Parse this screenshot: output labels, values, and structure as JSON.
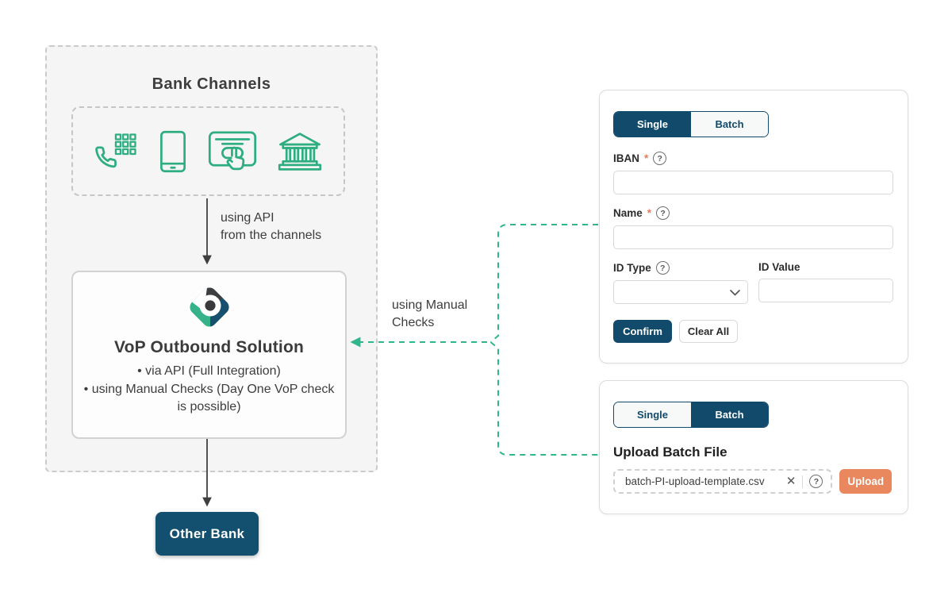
{
  "diagram": {
    "bank_channels": {
      "title": "Bank Channels",
      "icons": [
        "phone-keypad",
        "smartphone",
        "online-banking",
        "bank-building"
      ]
    },
    "api_label": {
      "line1": "using API",
      "line2": "from the channels"
    },
    "vop": {
      "title": "VoP Outbound Solution",
      "bullets": [
        "via API (Full Integration)",
        "using Manual Checks (Day One VoP check is possible)"
      ]
    },
    "manual_label": {
      "line1": "using Manual",
      "line2": "Checks"
    },
    "other_bank": "Other Bank"
  },
  "panels": {
    "single_form": {
      "tabs": [
        {
          "label": "Single",
          "active": true
        },
        {
          "label": "Batch",
          "active": false
        }
      ],
      "fields": {
        "iban_label": "IBAN",
        "name_label": "Name",
        "id_type_label": "ID Type",
        "id_value_label": "ID Value",
        "required_marker": "*",
        "iban_value": "",
        "name_value": "",
        "id_type_value": "",
        "id_value_value": ""
      },
      "buttons": {
        "confirm": "Confirm",
        "clear_all": "Clear All"
      }
    },
    "batch_form": {
      "tabs": [
        {
          "label": "Single",
          "active": false
        },
        {
          "label": "Batch",
          "active": true
        }
      ],
      "heading": "Upload Batch File",
      "file_name": "batch-PI-upload-template.csv",
      "upload_button": "Upload"
    }
  },
  "icons": {
    "help_glyph": "?",
    "close_glyph": "✕"
  },
  "colors": {
    "green": "#2eae80",
    "teal_connector": "#2fb68d",
    "dark_blue": "#124a6b",
    "orange": "#e9875f",
    "asterisk": "#ea7b59",
    "container_bg": "#f5f5f6"
  }
}
